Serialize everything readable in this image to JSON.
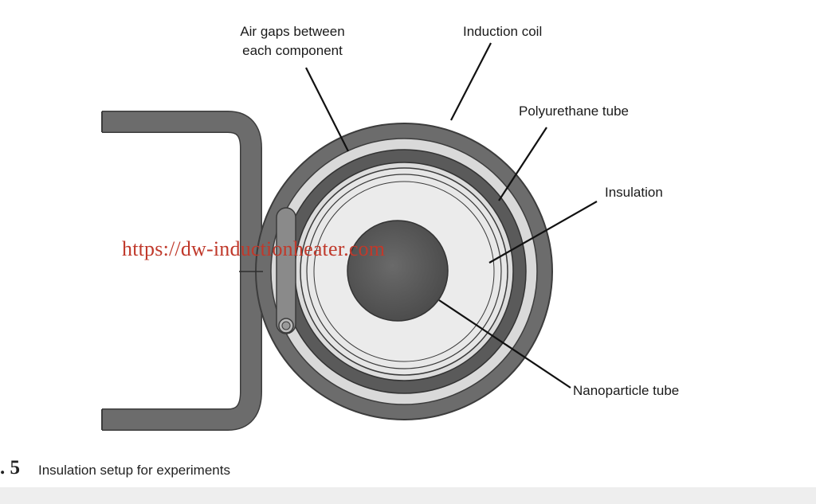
{
  "labels": {
    "air_gaps_line1": "Air gaps between",
    "air_gaps_line2": "each component",
    "induction_coil": "Induction coil",
    "polyurethane_tube": "Polyurethane tube",
    "insulation": "Insulation",
    "nanoparticle_tube": "Nanoparticle tube"
  },
  "watermark": "https://dw-inductionheater.com",
  "caption": {
    "figure_number": ". 5",
    "text": "Insulation setup for experiments"
  },
  "colors": {
    "coil": "#6c6c6c",
    "coil_outline": "#3c3c3c",
    "gap": "#d9d9d9",
    "tube": "#5a5a5a",
    "insulation": "#e3e3e3",
    "core": "#545454",
    "watermark": "#c0392b"
  }
}
